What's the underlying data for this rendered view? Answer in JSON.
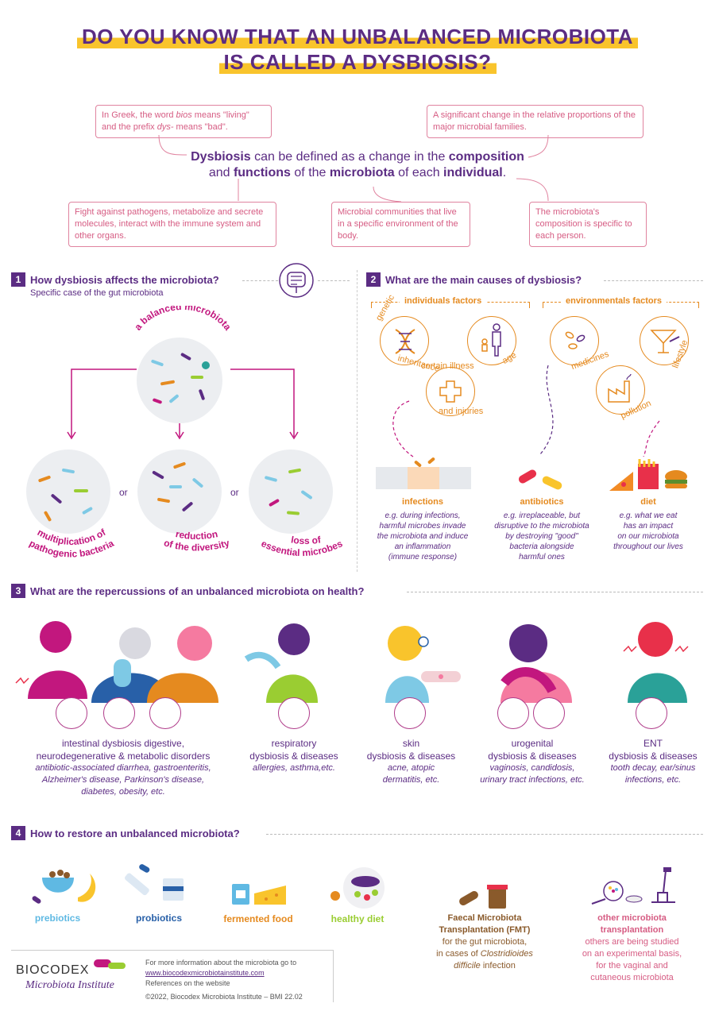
{
  "title": {
    "line1": "DO YOU KNOW THAT AN UNBALANCED MICROBIOTA",
    "line2": "IS CALLED A DYSBIOSIS?"
  },
  "definitions": {
    "greek": {
      "pre": "In Greek, the word ",
      "bios": "bios",
      "mid": " means \"living\" and the prefix ",
      "dys": "dys-",
      "post": " means \"bad\"."
    },
    "change": "A significant change in the relative proportions of the major microbial families.",
    "functions": "Fight against pathogens, metabolize and secrete molecules, interact with the immune system and other organs.",
    "communities": "Microbial communities that live in a specific environment of the body.",
    "specific": "The microbiota's composition is specific to each person."
  },
  "central": {
    "w1": "Dysbiosis",
    "t1": " can be defined as a change in the ",
    "w2": "composition",
    "t2": "and ",
    "w3": "functions",
    "t3": " of the ",
    "w4": "microbiota",
    "t4": " of each ",
    "w5": "individual",
    "t5": "."
  },
  "section1": {
    "num": "1",
    "title": "How dysbiosis affects the microbiota?",
    "subtitle": "Specific case of the gut microbiota",
    "balanced": "a balanced microbiota",
    "or": "or",
    "outcomes": [
      {
        "l1": "multiplication of",
        "l2": "pathogenic bacteria"
      },
      {
        "l1": "reduction",
        "l2": "of the diversity"
      },
      {
        "l1": "loss of",
        "l2": "essential microbes"
      }
    ]
  },
  "section2": {
    "num": "2",
    "title": "What are the main causes of dysbiosis?",
    "individual": "individuals factors",
    "environmental": "environmentals factors",
    "factors": {
      "genetic": "genetic",
      "inheritance": "inheritance",
      "age": "age",
      "illness": "certain illness",
      "injuries": "and injuries",
      "medicines": "medicines",
      "lifestyle": "lifestyle",
      "pollution": "pollution"
    },
    "causes": [
      {
        "title": "infections",
        "desc": [
          "e.g. during infections,",
          "harmful microbes invade",
          "the microbiota and induce",
          "an inflammation",
          "(immune response)"
        ]
      },
      {
        "title": "antibiotics",
        "desc": [
          "e.g. irreplaceable, but",
          "disruptive to the microbiota",
          "by destroying \"good\"",
          "bacteria alongside",
          "harmful ones"
        ]
      },
      {
        "title": "diet",
        "desc": [
          "e.g. what we eat",
          "has an impact",
          "on our microbiota",
          "throughout our lives"
        ]
      }
    ]
  },
  "section3": {
    "num": "3",
    "title": "What are the repercussions of an unbalanced microbiota on health?",
    "items": [
      {
        "t1": "intestinal dysbiosis digestive,",
        "t2": "neurodegenerative & metabolic disorders",
        "d": [
          "antibiotic-associated diarrhea, gastroenteritis,",
          "Alzheimer's disease, Parkinson's disease,",
          "diabetes, obesity, etc."
        ]
      },
      {
        "t1": "respiratory",
        "t2": "dysbiosis & diseases",
        "d": [
          "allergies, asthma,etc."
        ]
      },
      {
        "t1": "skin",
        "t2": "dysbiosis & diseases",
        "d": [
          "acne, atopic",
          "dermatitis, etc."
        ]
      },
      {
        "t1": "urogenital",
        "t2": "dysbiosis & diseases",
        "d": [
          "vaginosis, candidosis,",
          "urinary tract infections, etc."
        ]
      },
      {
        "t1": "ENT",
        "t2": "dysbiosis & diseases",
        "d": [
          "tooth decay, ear/sinus",
          "infections, etc."
        ]
      }
    ]
  },
  "section4": {
    "num": "4",
    "title": "How to restore an unbalanced microbiota?",
    "items": [
      "prebiotics",
      "probiotics",
      "fermented food",
      "healthy diet"
    ],
    "fmt": {
      "l1": "Faecal Microbiota",
      "l2": "Transplantation (FMT)",
      "l3": "for the gut microbiota,",
      "l4pre": "in cases of ",
      "l4i": "Clostridioides",
      "l5i": "difficile",
      "l5post": " infection"
    },
    "other": {
      "l1": "other microbiota",
      "l2": "transplantation",
      "d": [
        "others are being studied",
        "on an experimental basis,",
        "for the vaginal and",
        "cutaneous microbiota"
      ]
    }
  },
  "footer": {
    "brand": "BIOCODEX",
    "institute": "Microbiota Institute",
    "info": "For more information about the microbiota go to",
    "url": "www.biocodexmicrobiotainstitute.com",
    "refs": "References on the website",
    "copyright": "©2022, Biocodex Microbiota Institute  –  BMI 22.02"
  },
  "colors": {
    "purple": "#5b2c83",
    "pink": "#c2177e",
    "orange": "#e58a1f",
    "yellow": "#f9c42c",
    "light_pink": "#d65c83"
  }
}
